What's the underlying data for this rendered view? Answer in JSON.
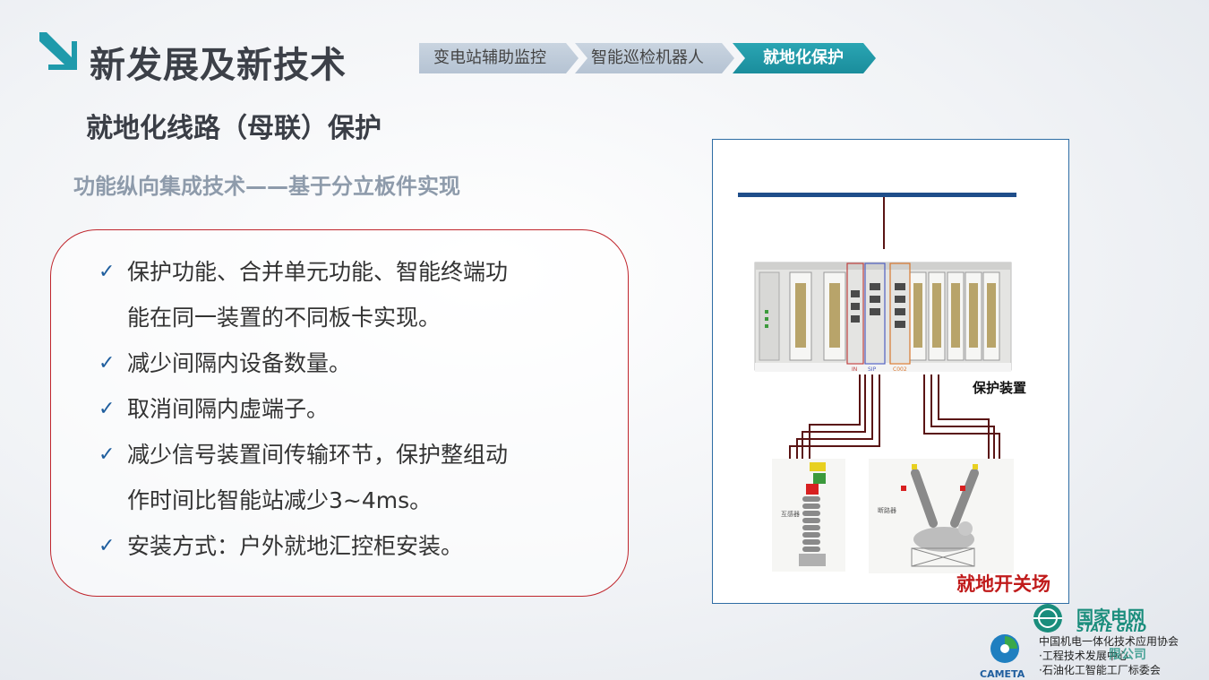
{
  "header": {
    "title": "新发展及新技术",
    "breadcrumbs": [
      "变电站辅助监控",
      "智能巡检机器人",
      "就地化保护"
    ]
  },
  "section_title": "就地化线路（母联）保护",
  "subsection_title": "功能纵向集成技术——基于分立板件实现",
  "bullets": [
    {
      "line1": "保护功能、合并单元功能、智能终端功",
      "line2": "能在同一装置的不同板卡实现。"
    },
    {
      "line1": "减少间隔内设备数量。",
      "line2": ""
    },
    {
      "line1": "取消间隔内虚端子。",
      "line2": ""
    },
    {
      "line1": "减少信号装置间传输环节，保护整组动",
      "line2": "作时间比智能站减少3~4ms。"
    },
    {
      "line1": "安装方式：户外就地汇控柜安装。",
      "line2": ""
    }
  ],
  "diagram": {
    "device_label": "保护装置",
    "switchyard_label": "就地开关场",
    "ct_label": "互感器",
    "breaker_label": "断路器",
    "board_labels": [
      "IN",
      "SIP",
      "C002"
    ]
  },
  "footer": {
    "state_grid_cn": "国家电网",
    "state_grid_en": "STATE GRID",
    "assoc_line1": "中国机电一体化技术应用协会",
    "assoc_line2": "·工程技术发展中心",
    "assoc_line3": "·石油化工智能工厂标委会",
    "overlay_text": "限公司",
    "cameta": "CAMETA"
  },
  "colors": {
    "accent_teal": "#1a8d9c",
    "border_red": "#c0262d",
    "check_blue": "#1f5e9e"
  }
}
